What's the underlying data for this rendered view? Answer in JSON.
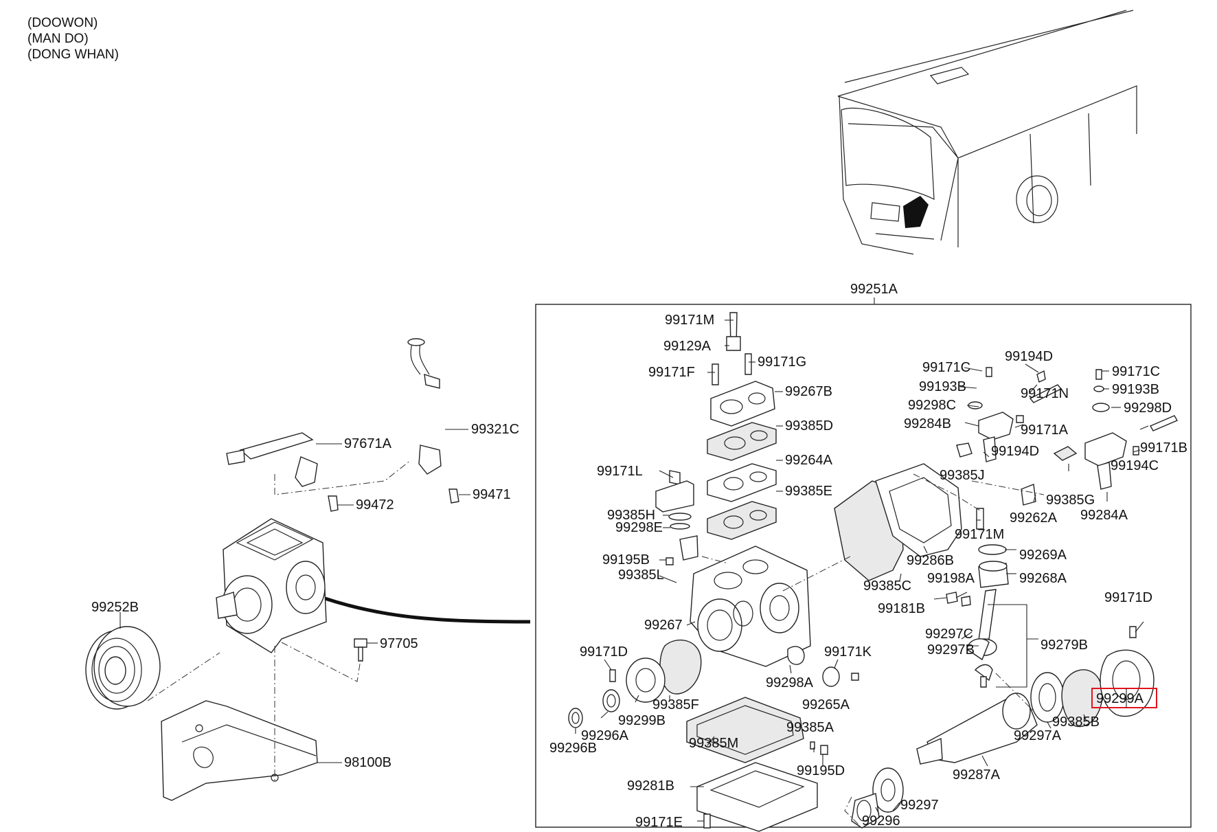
{
  "header": {
    "lines": [
      "(DOOWON)",
      "(MAN DO)",
      "(DONG WHAN)"
    ]
  },
  "assembly_label": "99251A",
  "highlighted_part": "99299A",
  "colors": {
    "line": "#222222",
    "highlight": "#e0141e",
    "background": "#ffffff"
  },
  "parts": {
    "p97671A": "97671A",
    "p99321C": "99321C",
    "p99472": "99472",
    "p99471": "99471",
    "p99252B": "99252B",
    "p97705": "97705",
    "p98100B": "98100B",
    "p99171M_a": "99171M",
    "p99129A": "99129A",
    "p99171G": "99171G",
    "p99171F": "99171F",
    "p99267B": "99267B",
    "p99385D": "99385D",
    "p99264A": "99264A",
    "p99385E": "99385E",
    "p99171L": "99171L",
    "p99385H": "99385H",
    "p99298E": "99298E",
    "p99195B": "99195B",
    "p99385L": "99385L",
    "p99267": "99267",
    "p99171D_a": "99171D",
    "p99385F": "99385F",
    "p99299B": "99299B",
    "p99296A": "99296A",
    "p99296B": "99296B",
    "p99385M": "99385M",
    "p99298A": "99298A",
    "p99171K": "99171K",
    "p99265A": "99265A",
    "p99385A": "99385A",
    "p99195D": "99195D",
    "p99281B": "99281B",
    "p99171E": "99171E",
    "p99171C_a": "99171C",
    "p99194D_a": "99194D",
    "p99193B_a": "99193B",
    "p99171N": "99171N",
    "p99298C": "99298C",
    "p99284B": "99284B",
    "p99171A": "99171A",
    "p99194D_b": "99194D",
    "p99385J": "99385J",
    "p99171C_b": "99171C",
    "p99193B_b": "99193B",
    "p99298D": "99298D",
    "p99171B": "99171B",
    "p99194C": "99194C",
    "p99385G": "99385G",
    "p99262A": "99262A",
    "p99284A": "99284A",
    "p99171M_b": "99171M",
    "p99286B": "99286B",
    "p99385C": "99385C",
    "p99269A": "99269A",
    "p99198A": "99198A",
    "p99268A": "99268A",
    "p99181B": "99181B",
    "p99171D_b": "99171D",
    "p99297C": "99297C",
    "p99297B": "99297B",
    "p99279B": "99279B",
    "p99299A": "99299A",
    "p99385B": "99385B",
    "p99297A": "99297A",
    "p99287A": "99287A",
    "p99297": "99297",
    "p99296": "99296"
  }
}
